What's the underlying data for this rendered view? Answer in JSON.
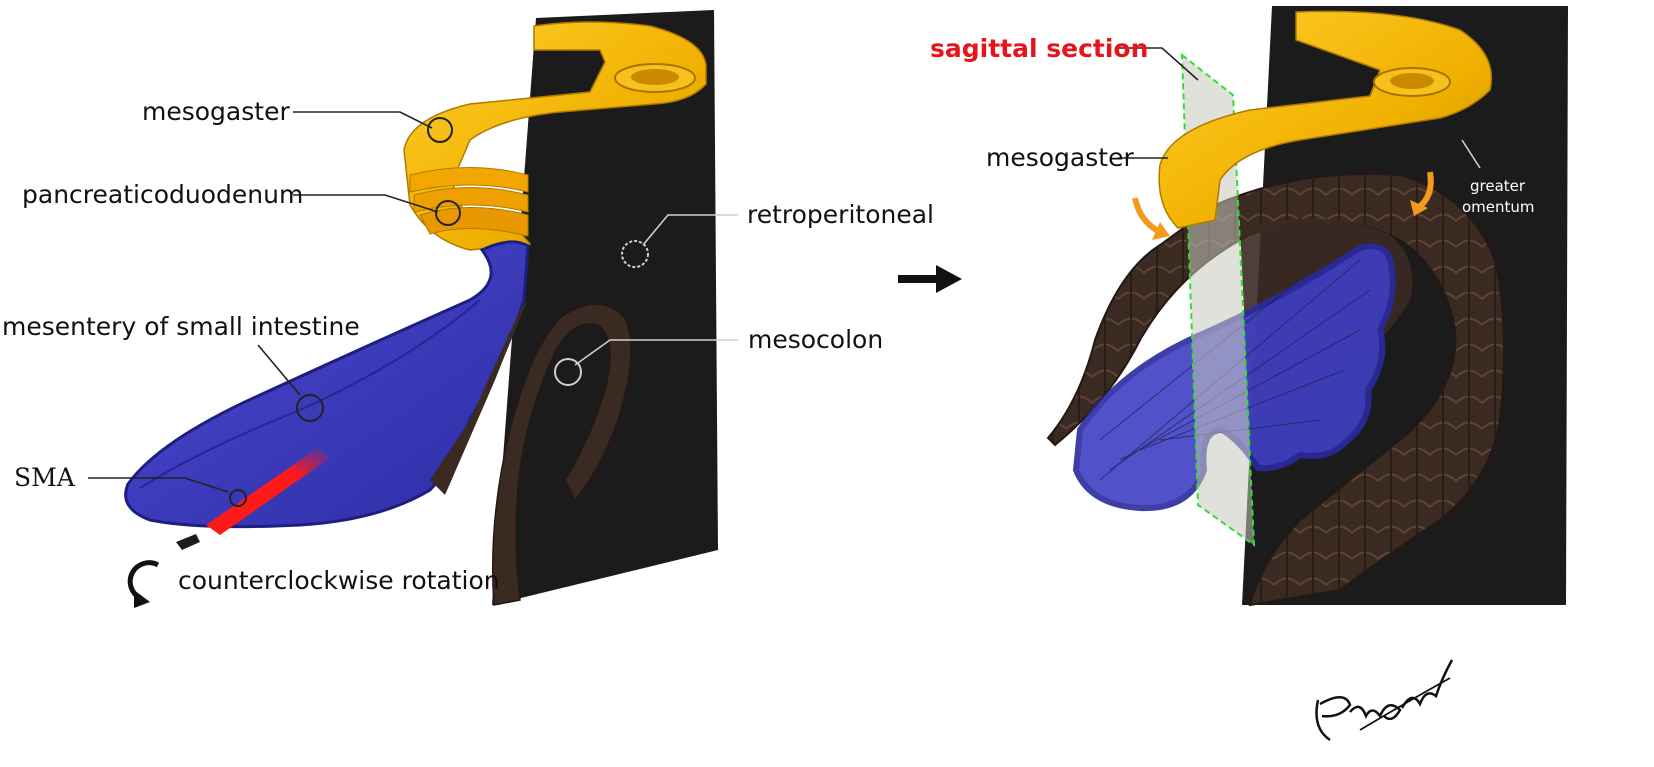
{
  "left_panel": {
    "labels": {
      "mesogaster": "mesogaster",
      "pancreaticoduodenum": "pancreaticoduodenum",
      "mesentery": "mesentery of small intestine",
      "sma": "SMA",
      "retroperitoneal": "retroperitoneal",
      "mesocolon": "mesocolon",
      "rotation": "counterclockwise rotation"
    }
  },
  "right_panel": {
    "labels": {
      "sagittal_section": "sagittal section",
      "mesogaster": "mesogaster",
      "greater_omentum_line1": "greater",
      "greater_omentum_line2": "omentum"
    }
  },
  "signature_text": "Panguoleng",
  "colors": {
    "retroperitoneal_wall": "#1b1b1b",
    "mesogaster": "#f2b500",
    "mesentery": "#3535b8",
    "mesocolon": "#3b2a22",
    "sma": "#ff1a1a",
    "sagittal_plane_border": "#33dd33",
    "sagittal_label": "#e8141b",
    "arrow": "#f39a1d"
  },
  "icons": {
    "transition_arrow": "right-arrow-icon",
    "rotation": "counterclockwise-rotation-icon"
  }
}
